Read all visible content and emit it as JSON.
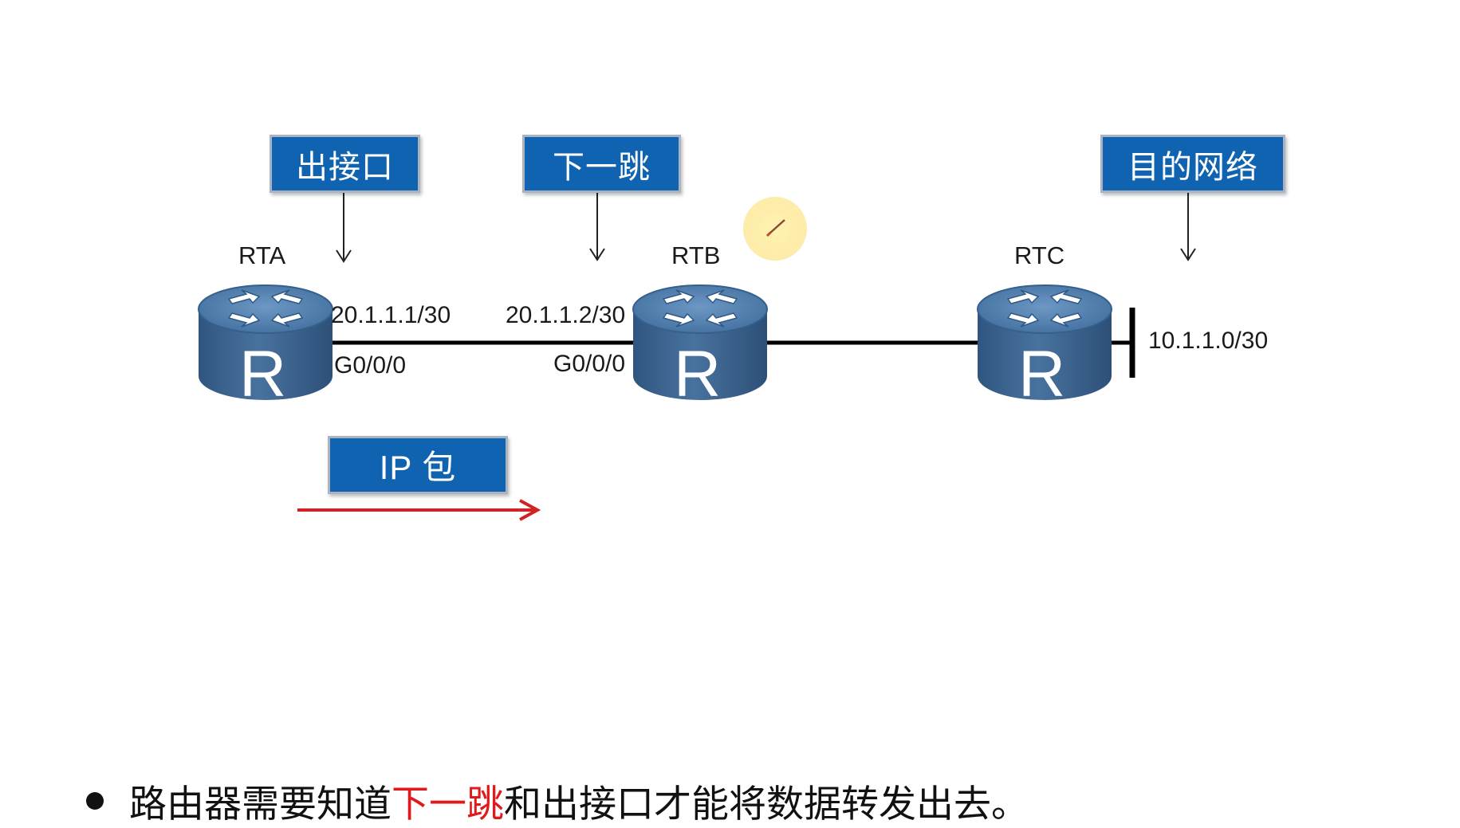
{
  "callouts": {
    "out_interface": "出接口",
    "next_hop": "下一跳",
    "destination_network": "目的网络",
    "ip_packet": "IP 包"
  },
  "routers": [
    {
      "name": "RTA",
      "glyph": "R"
    },
    {
      "name": "RTB",
      "glyph": "R"
    },
    {
      "name": "RTC",
      "glyph": "R"
    }
  ],
  "interfaces": {
    "rta_ip": "20.1.1.1/30",
    "rta_port": "G0/0/0",
    "rtb_ip": "20.1.1.2/30",
    "rtb_port": "G0/0/0",
    "rtc_network": "10.1.1.0/30"
  },
  "bullet": {
    "prefix": "路由器需要知道",
    "highlight": "下一跳",
    "suffix": "和出接口才能将数据转发出去。"
  },
  "colors": {
    "callout_fill": "#1063b0",
    "router_body": "#3f6893",
    "router_top": "#5a86b4",
    "arrow_red": "#d42020",
    "highlight_red": "#e0191b"
  },
  "icons": [
    "router-icon",
    "down-arrow-icon",
    "right-arrow-icon",
    "pen-cursor-icon"
  ]
}
